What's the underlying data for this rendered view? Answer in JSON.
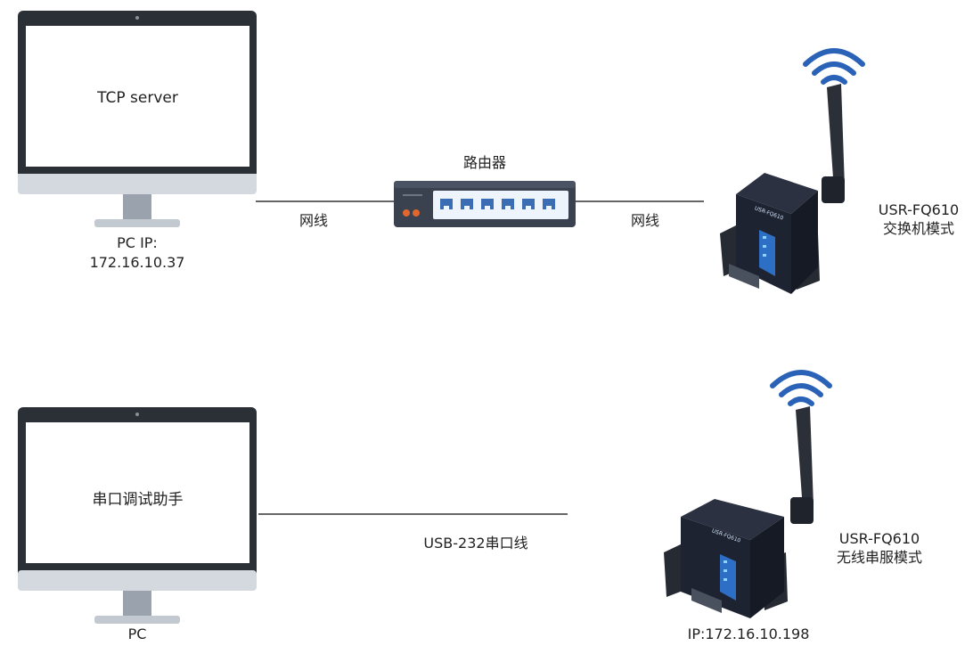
{
  "top": {
    "pc_screen_text": "TCP server",
    "pc_ip_label": "PC IP:",
    "pc_ip_value": "172.16.10.37",
    "router_label": "路由器",
    "cable_left_label": "网线",
    "cable_right_label": "网线",
    "device_model": "USR-FQ610",
    "device_mode": "交换机模式",
    "device_badge": "USR-FQ610"
  },
  "bottom": {
    "pc_screen_text": "串口调试助手",
    "pc_label": "PC",
    "cable_label": "USB-232串口线",
    "device_model": "USR-FQ610",
    "device_mode": "无线串服模式",
    "device_ip": "IP:172.16.10.198",
    "device_badge": "USR-FQ610"
  },
  "colors": {
    "monitor_frame": "#2b3037",
    "monitor_stand": "#9aa3ad",
    "router_body": "#3a4250",
    "router_panel": "#eef4fb",
    "router_port": "#3a6db4",
    "router_led": "#e0682e",
    "device_body": "#1d2330",
    "device_stripe": "#2d6fc4",
    "wifi": "#2a62b8"
  }
}
